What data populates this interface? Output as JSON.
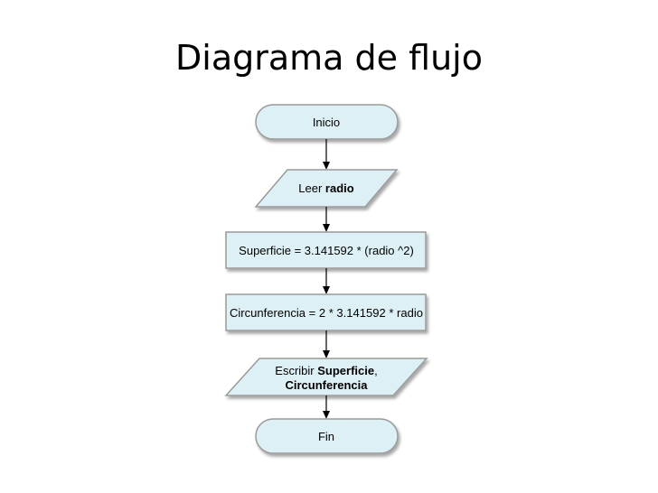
{
  "title": "Diagrama de flujo",
  "colors": {
    "node_fill": "#ddf0f5",
    "node_stroke": "#9a9a9a",
    "arrow": "#000000"
  },
  "nodes": {
    "start": {
      "label": "Inicio"
    },
    "input": {
      "prefix": "Leer ",
      "bold": "radio"
    },
    "process1": {
      "label": "Superficie = 3.141592 * (radio ^2)"
    },
    "process2": {
      "label": "Circunferencia = 2 * 3.141592 * radio"
    },
    "output": {
      "prefix": "Escribir ",
      "bold1": "Superficie",
      "comma": ",",
      "bold2": "Circunferencia"
    },
    "end": {
      "label": "Fin"
    }
  }
}
